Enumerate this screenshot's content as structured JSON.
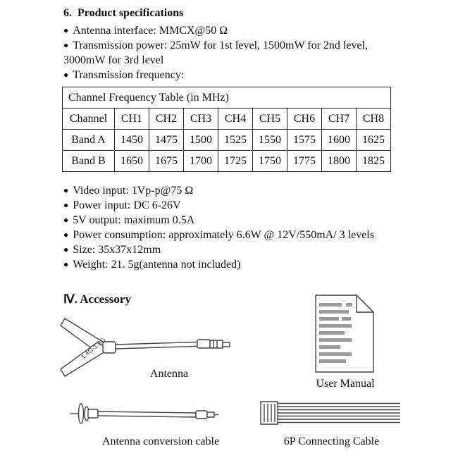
{
  "specs": {
    "heading": "6.  Product specifications",
    "bullets": [
      "Antenna interface: MMCX@50 Ω",
      "Transmission power: 25mW for 1st level, 1500mW for 2nd level, 3000mW for 3rd level",
      "Transmission frequency:"
    ]
  },
  "table": {
    "title": "Channel Frequency Table (in MHz)",
    "headers": [
      "Channel",
      "CH1",
      "CH2",
      "CH3",
      "CH4",
      "CH5",
      "CH6",
      "CH7",
      "CH8"
    ],
    "rows": [
      {
        "label": "Band A",
        "values": [
          "1450",
          "1475",
          "1500",
          "1525",
          "1550",
          "1575",
          "1600",
          "1625"
        ]
      },
      {
        "label": "Band B",
        "values": [
          "1650",
          "1675",
          "1700",
          "1725",
          "1750",
          "1775",
          "1800",
          "1825"
        ]
      }
    ]
  },
  "specs2": {
    "bullets": [
      "Video input: 1Vp-p@75 Ω",
      "Power input: DC 6-26V",
      "5V output: maximum 0.5A",
      "Power consumption: approximately 6.6W @ 12V/550mA/ 3 levels",
      "Size: 35x37x12mm",
      "Weight: 21. 5g(antenna not included)"
    ]
  },
  "accessory": {
    "heading": "Ⅳ. Accessory",
    "antenna_label": "1.4G-1.9G",
    "captions": {
      "antenna": "Antenna",
      "user_manual": "User Manual",
      "conversion_cable": "Antenna conversion cable",
      "six_p_cable": "6P Connecting Cable"
    }
  }
}
